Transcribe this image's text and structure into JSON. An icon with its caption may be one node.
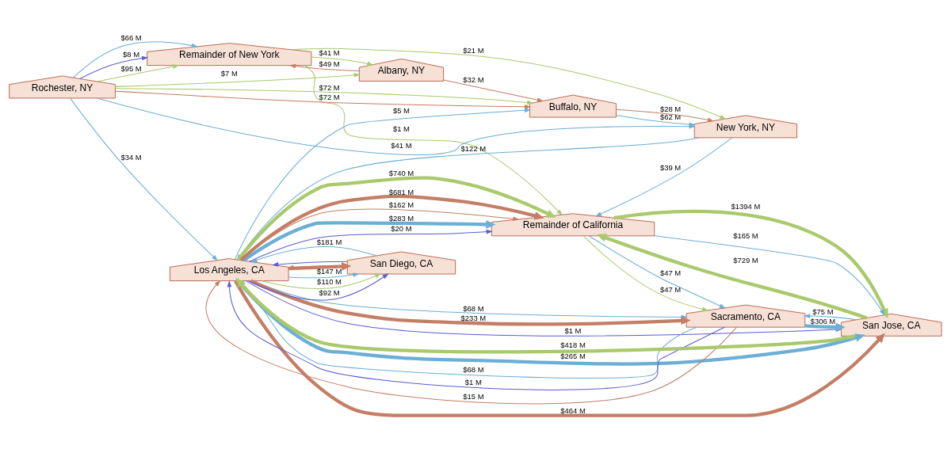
{
  "diagram": {
    "nodes": [
      {
        "text": [
          "Remainder of New York"
        ]
      },
      {
        "text": [
          "Rochester, NY"
        ]
      },
      {
        "text": [
          "Albany, NY"
        ]
      },
      {
        "text": [
          "Buffalo, NY"
        ]
      },
      {
        "text": [
          "New York, NY"
        ]
      },
      {
        "text": [
          "Remainder of California"
        ]
      },
      {
        "text": [
          "Los Angeles, CA"
        ]
      },
      {
        "text": [
          "Sacramento, CA"
        ]
      },
      {
        "text": [
          "San Jose, CA"
        ]
      },
      {
        "text": [
          "San Diego, CA"
        ]
      }
    ],
    "edges": [
      {
        "from": 1,
        "to": 0,
        "arrow": "to",
        "label": "$66 M"
      },
      {
        "from": 1,
        "to": 0,
        "arrow": "to",
        "label": "$8 M",
        "color": "#5b5bd0"
      },
      {
        "from": 1,
        "to": 0,
        "arrow": "to",
        "label": "$95 M",
        "color": "#a9c96b"
      },
      {
        "from": 1,
        "to": 2,
        "arrow": "to",
        "label": "$7 M",
        "color": "#a9c96b"
      },
      {
        "from": 1,
        "to": 3,
        "arrow": "to",
        "label": "$72 M",
        "color": "#a9c96b"
      },
      {
        "from": 1,
        "to": 3,
        "arrow": "to",
        "label": "$72 M",
        "color": "#c47e65"
      },
      {
        "from": 1,
        "to": 4,
        "arrow": "to",
        "label": "$41 M"
      },
      {
        "from": 1,
        "to": 6,
        "arrow": "to",
        "label": "$34 M"
      },
      {
        "from": 0,
        "to": 5,
        "arrow": "to",
        "label": "$1 M",
        "color": "#a9c96b"
      },
      {
        "from": 0,
        "to": 4,
        "arrow": "to",
        "label": "$21 M",
        "color": "#a9c96b"
      },
      {
        "from": 0,
        "to": 2,
        "arrow": "to",
        "label": "$41 M",
        "color": "#a9c96b"
      },
      {
        "from": 2,
        "to": 0,
        "arrow": "to",
        "label": "$49 M",
        "color": "#c47e65"
      },
      {
        "from": 2,
        "to": 3,
        "arrow": "to",
        "label": "$32 M",
        "color": "#c47e65"
      },
      {
        "from": 3,
        "to": 4,
        "arrow": "to",
        "label": "$62 M"
      },
      {
        "from": 3,
        "to": 4,
        "arrow": "to",
        "label": "$28 M",
        "color": "#c47e65"
      },
      {
        "from": 6,
        "to": 3,
        "arrow": "to",
        "label": "$5 M"
      },
      {
        "from": 4,
        "to": 6,
        "arrow": "to",
        "label": "$122 M"
      },
      {
        "from": 4,
        "to": 5,
        "arrow": "to",
        "label": "$39 M"
      },
      {
        "from": 6,
        "to": 5,
        "arrow": "to",
        "label": "$162 M",
        "color": "#c47e65"
      },
      {
        "from": 6,
        "to": 5,
        "arrow": "to",
        "label": "$283 M",
        "style": "thick"
      },
      {
        "from": 6,
        "to": 5,
        "arrow": "to",
        "label": "$20 M",
        "color": "#5b5bd0"
      },
      {
        "from": 6,
        "to": 5,
        "arrow": "to",
        "label": "$740 M",
        "style": "thick",
        "color": "#a9c96b"
      },
      {
        "from": 6,
        "to": 5,
        "arrow": "to",
        "label": "$681 M",
        "style": "thick",
        "color": "#c47e65"
      },
      {
        "from": 6,
        "to": 7,
        "arrow": "to",
        "label": "$68 M"
      },
      {
        "from": 6,
        "to": 7,
        "arrow": "to",
        "label": "$233 M",
        "style": "thick",
        "color": "#c47e65"
      },
      {
        "from": 7,
        "to": 6,
        "arrow": "to",
        "label": "$68 M"
      },
      {
        "from": 7,
        "to": 6,
        "arrow": "to",
        "label": "$1 M",
        "color": "#5b5bd0"
      },
      {
        "from": 7,
        "to": 6,
        "arrow": "to",
        "label": "$15 M",
        "color": "#c47e65"
      },
      {
        "from": 5,
        "to": 7,
        "arrow": "to",
        "label": "$47 M",
        "color": "#a9c96b"
      },
      {
        "from": 5,
        "to": 7,
        "arrow": "to",
        "label": "$47 M"
      },
      {
        "from": 5,
        "to": 8,
        "arrow": "to",
        "label": "$1394 M",
        "style": "thick",
        "color": "#a9c96b"
      },
      {
        "from": 5,
        "to": 8,
        "arrow": "to",
        "label": "$165 M"
      },
      {
        "from": 8,
        "to": 5,
        "arrow": "to",
        "label": "$729 M",
        "style": "thick",
        "color": "#a9c96b"
      },
      {
        "from": 8,
        "to": 7,
        "arrow": "to",
        "label": "$75 M"
      },
      {
        "from": 7,
        "to": 8,
        "arrow": "to",
        "label": "$306 M",
        "style": "thick"
      },
      {
        "from": 8,
        "to": 6,
        "arrow": "to",
        "label": "$418 M",
        "style": "thick",
        "color": "#a9c96b"
      },
      {
        "from": 6,
        "to": 8,
        "arrow": "to",
        "label": "$265 M",
        "style": "thick"
      },
      {
        "from": 6,
        "to": 8,
        "arrow": "to",
        "label": "$464 M",
        "style": "thick",
        "color": "#c47e65"
      },
      {
        "from": 6,
        "to": 8,
        "arrow": "to",
        "label": "$1 M",
        "color": "#5b5bd0"
      },
      {
        "from": 6,
        "to": 9,
        "arrow": "to",
        "style": "thick",
        "color": "#c47e65"
      },
      {
        "from": 6,
        "to": 9,
        "arrow": "to",
        "label": "$147 M"
      },
      {
        "from": 6,
        "to": 9,
        "arrow": "to",
        "label": "$110 M",
        "color": "#a9c96b"
      },
      {
        "from": 6,
        "to": 9,
        "arrow": "to",
        "label": "$92 M",
        "color": "#5b5bd0"
      },
      {
        "from": 9,
        "to": 6,
        "arrow": "to",
        "label": "$181 M"
      },
      {
        "from": 9,
        "to": 6,
        "arrow": "to",
        "color": "#c47e65"
      },
      {
        "from": 9,
        "to": 6,
        "arrow": "to",
        "color": "#5b5bd0"
      }
    ]
  }
}
